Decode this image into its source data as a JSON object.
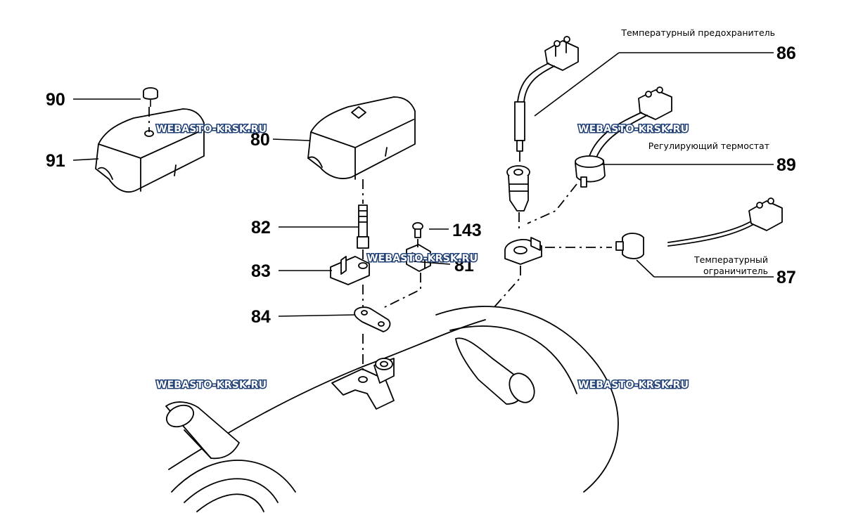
{
  "diagram": {
    "callouts": {
      "c80": "80",
      "c81": "81",
      "c82": "82",
      "c83": "83",
      "c84": "84",
      "c86": "86",
      "c87": "87",
      "c89": "89",
      "c90": "90",
      "c91": "91",
      "c143": "143"
    },
    "descriptions": {
      "fuse": "Температурный предохранитель",
      "thermostat": "Регулирующий термостат",
      "limiter_line1": "Температурный",
      "limiter_line2": "ограничитель"
    },
    "watermarks": {
      "w1": "WEBASTO-KRSK.RU",
      "w2": "WEBASTO-KRSK.RU",
      "w3": "WEBASTO-KRSK.RU",
      "w4": "WEBASTO-KRSK.RU",
      "w5": "WEBASTO-KRSK.RU"
    },
    "colors": {
      "line": "#000000",
      "watermark_fill": "#ffffff",
      "watermark_outline": "#1f3f75"
    }
  }
}
